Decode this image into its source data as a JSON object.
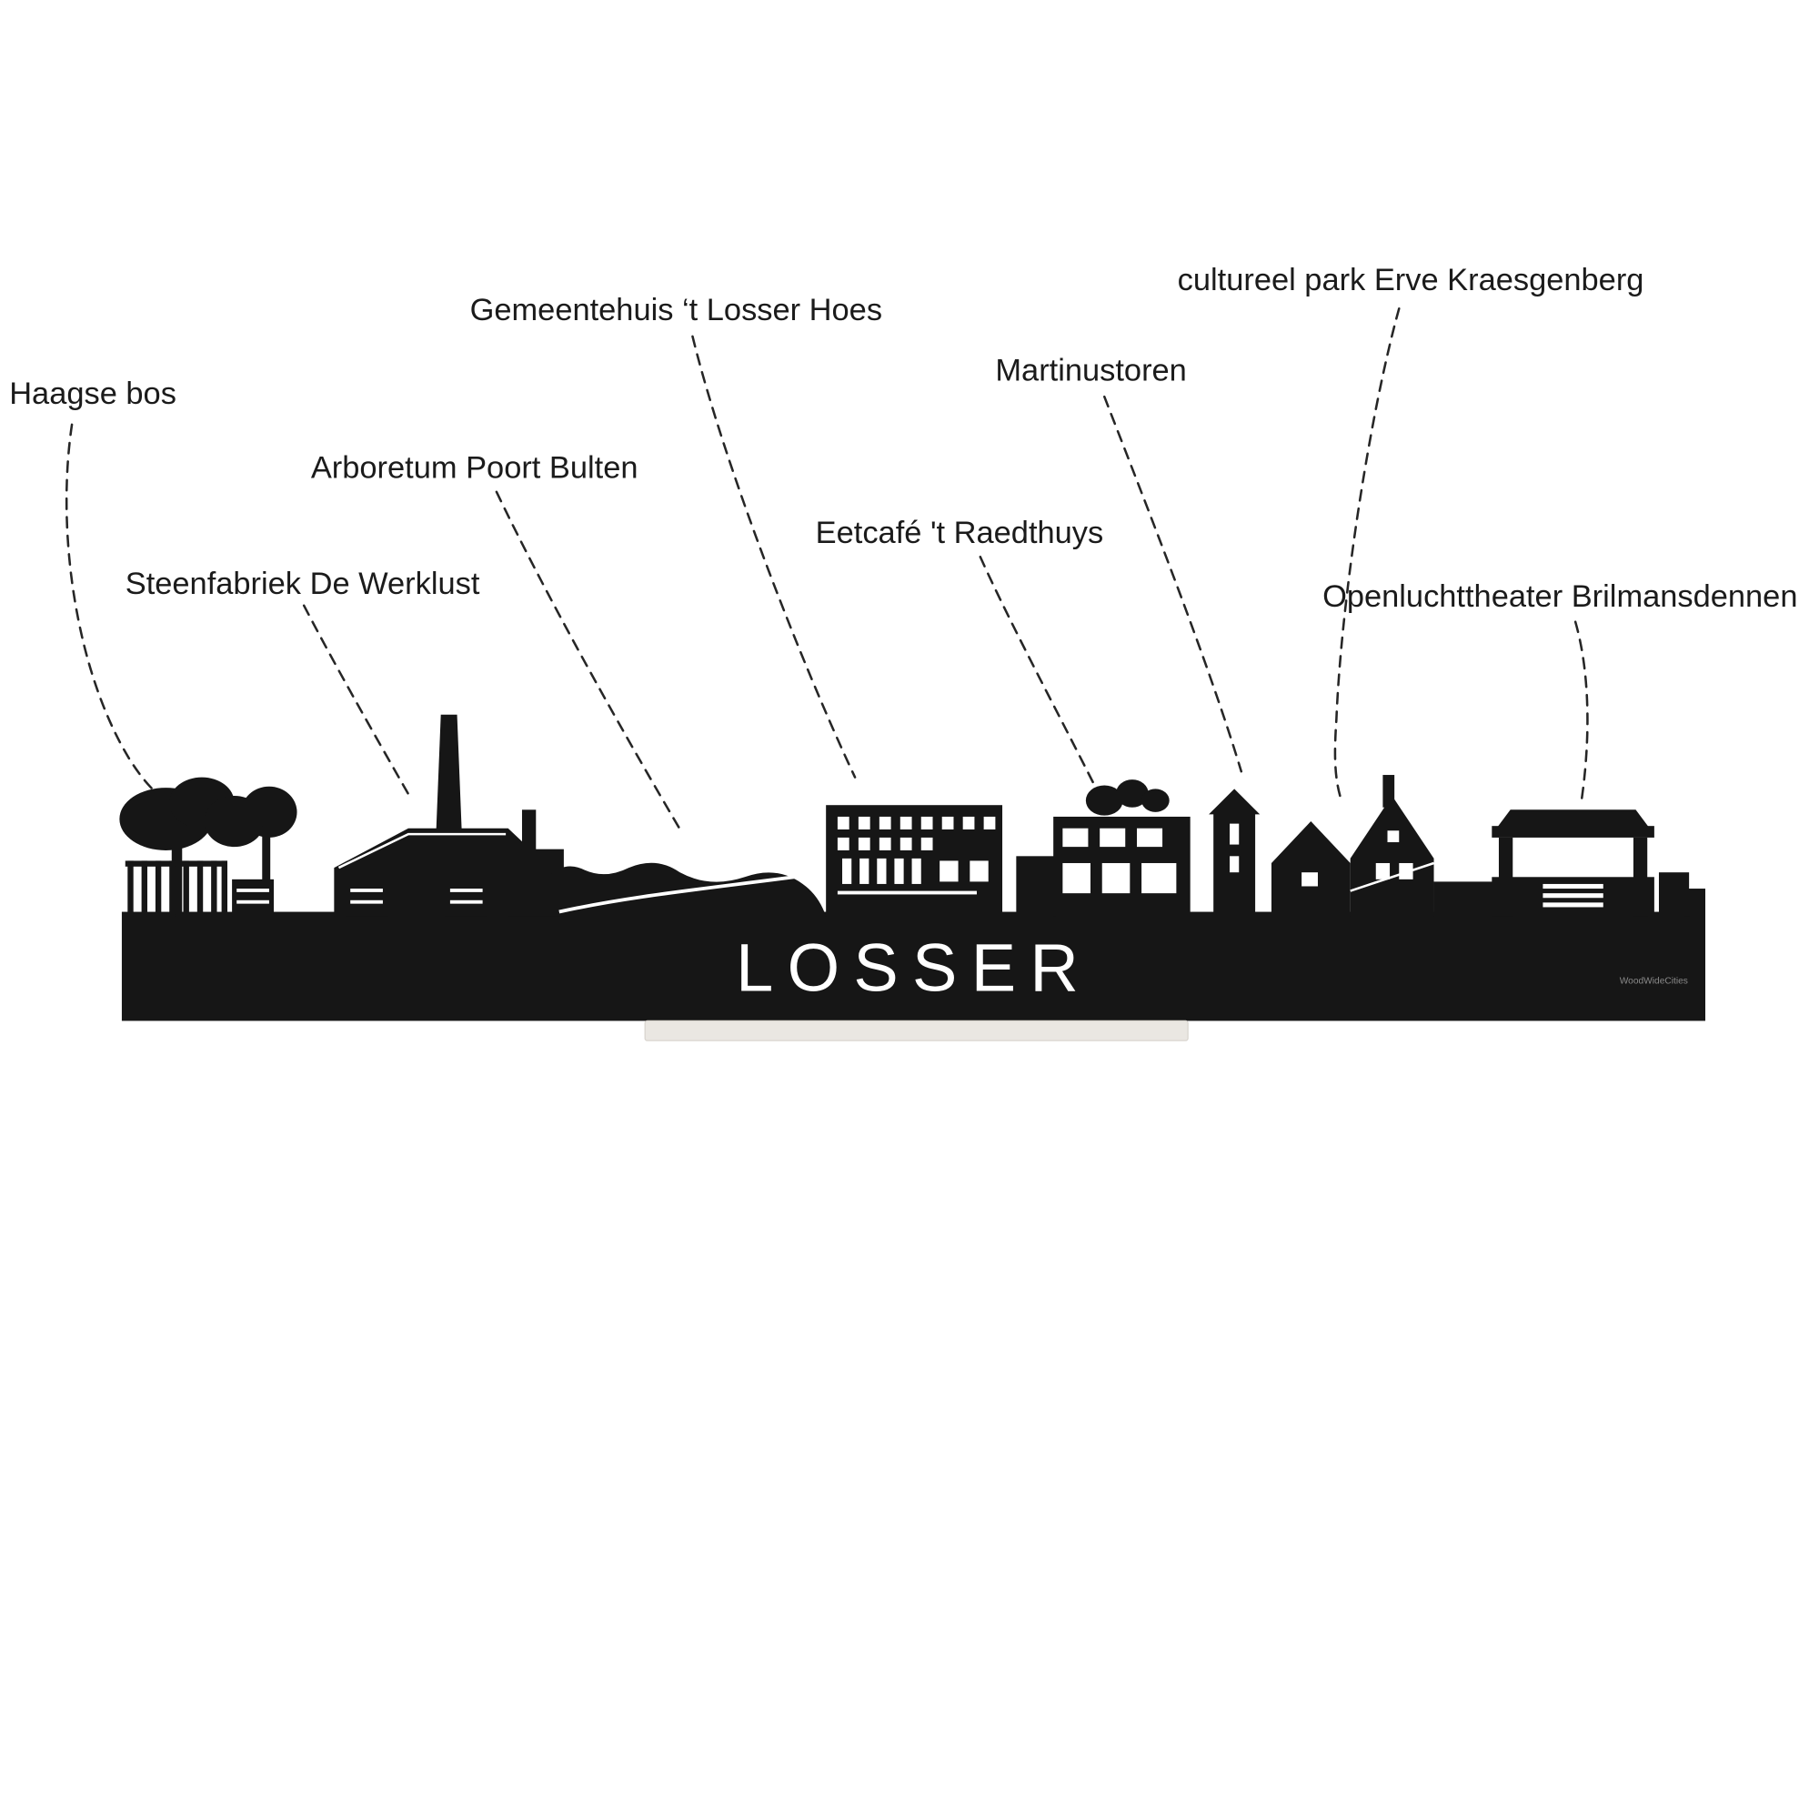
{
  "artwork": {
    "city_name": "LOSSER",
    "watermark": "WoodWideCities",
    "colors": {
      "silhouette": "#161616",
      "base_stand": "#eae7e2",
      "label_text": "#1b1b1b",
      "connector": "#262626",
      "background": "#ffffff"
    },
    "labels": [
      {
        "id": "haagse-bos",
        "text": "Haagse bos"
      },
      {
        "id": "steenfabriek-de-werklust",
        "text": "Steenfabriek De Werklust"
      },
      {
        "id": "arboretum-poort-bulten",
        "text": "Arboretum Poort Bulten"
      },
      {
        "id": "gemeentehuis-t-losser-hoes",
        "text": "Gemeentehuis ‘t Losser Hoes"
      },
      {
        "id": "eetcafe-t-raedthuys",
        "text": "Eetcafé 't Raedthuys"
      },
      {
        "id": "martinustoren",
        "text": "Martinustoren"
      },
      {
        "id": "cultureel-park-erve-kraesgenberg",
        "text": "cultureel park Erve Kraesgenberg"
      },
      {
        "id": "openluchttheater-brilmansdennen",
        "text": "Openluchttheater Brilmansdennen"
      }
    ]
  }
}
